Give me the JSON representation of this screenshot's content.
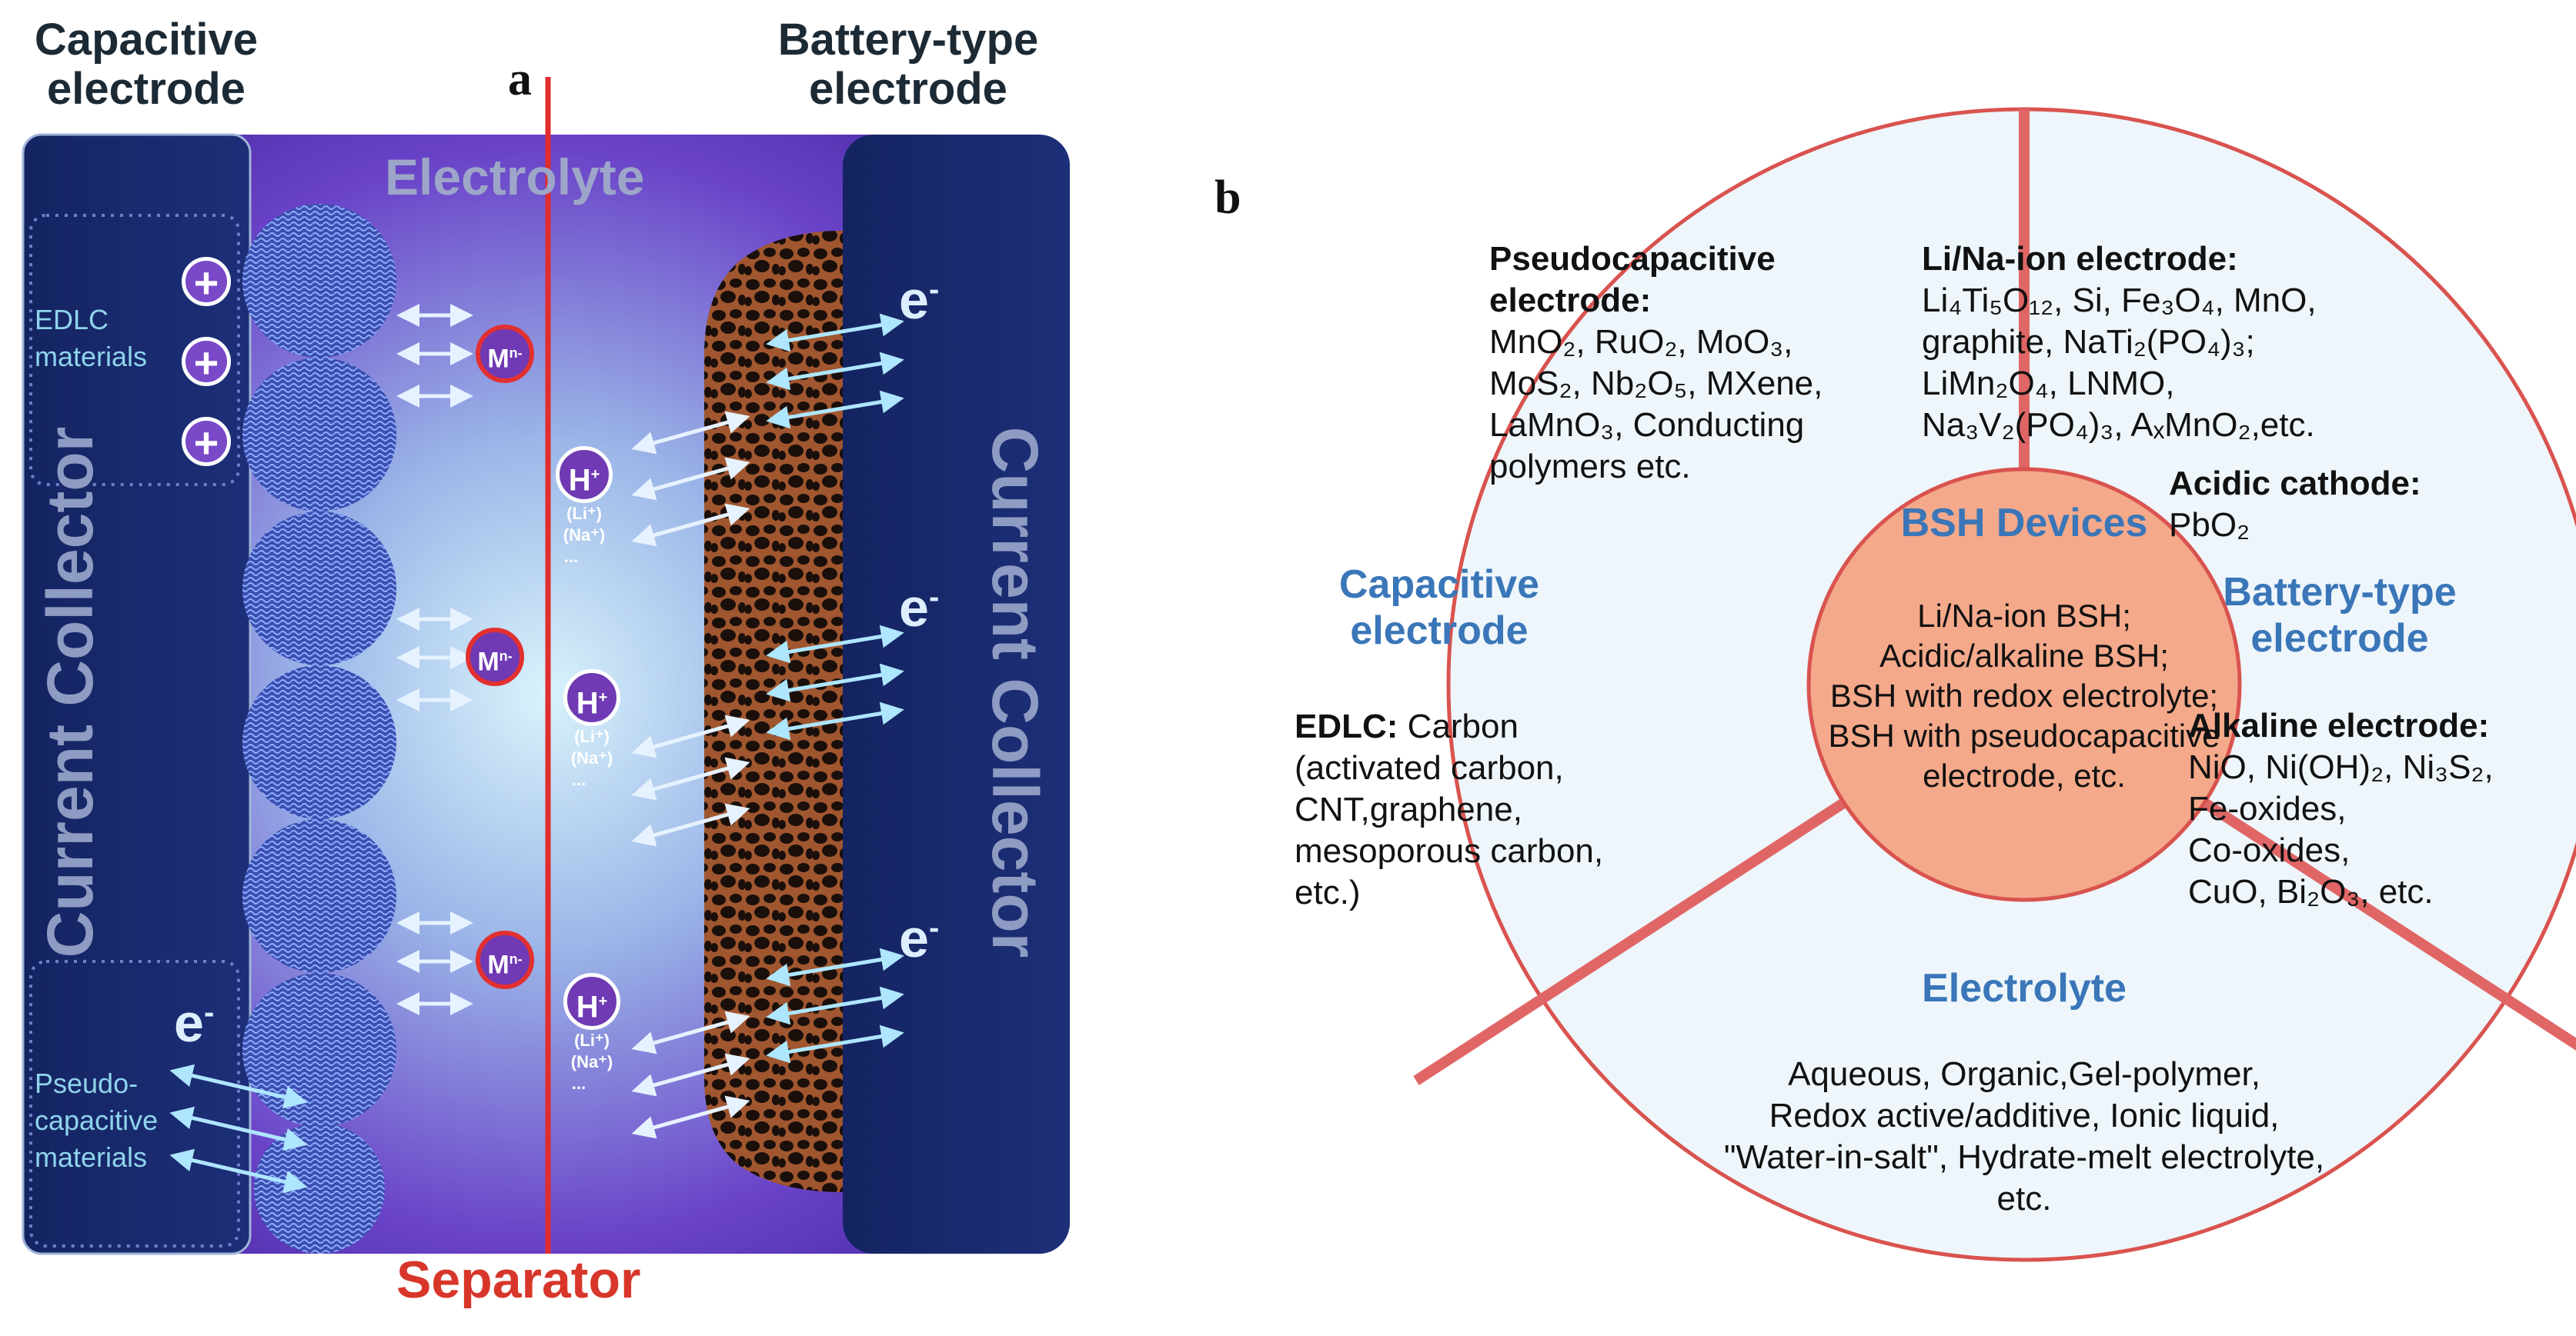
{
  "panel_a": {
    "letter": "a",
    "capacitive_header": [
      "Capacitive",
      "electrode"
    ],
    "battery_header": [
      "Battery-type",
      "electrode"
    ],
    "electrolyte_label": "Electrolyte",
    "separator_label": "Separator",
    "current_collector_left": "Current Collector",
    "current_collector_right": "Current Collector",
    "edlc_label": [
      "EDLC",
      "materials"
    ],
    "pseudo_label": [
      "Pseudo-",
      "capacitive",
      "materials"
    ],
    "plus_sign": "+",
    "e_minus": "e",
    "e_minus_sup": "-",
    "m_ion": "M",
    "m_ion_sup": "n-",
    "h_ion": "H",
    "h_ion_sup": "+",
    "li_ion": "(Li⁺)",
    "na_ion": "(Na⁺)",
    "ellipsis": "...",
    "colors": {
      "collector": "#17286a",
      "electrolyte": "#6a3fc4",
      "separator": "#e02d2d",
      "battery_material": "#8a4a2a"
    }
  },
  "panel_b": {
    "letter": "b",
    "center": {
      "title": "BSH Devices",
      "lines": [
        "Li/Na-ion BSH;",
        "Acidic/alkaline BSH;",
        "BSH with redox electrolyte;",
        "BSH with pseudocapacitive",
        "electrode, etc."
      ]
    },
    "pseudocapacitive": {
      "head": [
        "Pseudocapacitive",
        "electrode:"
      ],
      "lines": [
        "MnO₂, RuO₂, MoO₃,",
        "MoS₂, Nb₂O₅, MXene,",
        "LaMnO₃, Conducting",
        "polymers etc."
      ]
    },
    "li_na_ion": {
      "head": "Li/Na-ion electrode:",
      "lines": [
        "Li₄Ti₅O₁₂, Si, Fe₃O₄, MnO,",
        "graphite, NaTi₂(PO₄)₃;",
        "LiMn₂O₄, LNMO,",
        "Na₃V₂(PO₄)₃, AₓMnO₂,etc."
      ]
    },
    "acidic": {
      "head": "Acidic cathode:",
      "value": "PbO₂"
    },
    "capacitive_title": [
      "Capacitive",
      "electrode"
    ],
    "edlc": {
      "head": "EDLC:",
      "first": " Carbon",
      "lines": [
        "(activated carbon,",
        "CNT,graphene,",
        "mesoporous carbon,",
        "etc.)"
      ]
    },
    "battery_title": [
      "Battery-type",
      "electrode"
    ],
    "alkaline": {
      "head": "Alkaline electrode:",
      "lines": [
        "NiO, Ni(OH)₂, Ni₃S₂,",
        "Fe-oxides,",
        "Co-oxides,",
        "CuO, Bi₂O₃, etc."
      ]
    },
    "electrolyte": {
      "title": "Electrolyte",
      "lines": [
        "Aqueous, Organic,Gel-polymer,",
        "Redox active/additive, Ionic liquid,",
        "\"Water-in-salt\", Hydrate-melt electrolyte,",
        "etc."
      ]
    },
    "colors": {
      "border": "#d9534f",
      "divider": "#e06666",
      "fill": "#eef6fb",
      "center": "#f4a98a"
    }
  }
}
